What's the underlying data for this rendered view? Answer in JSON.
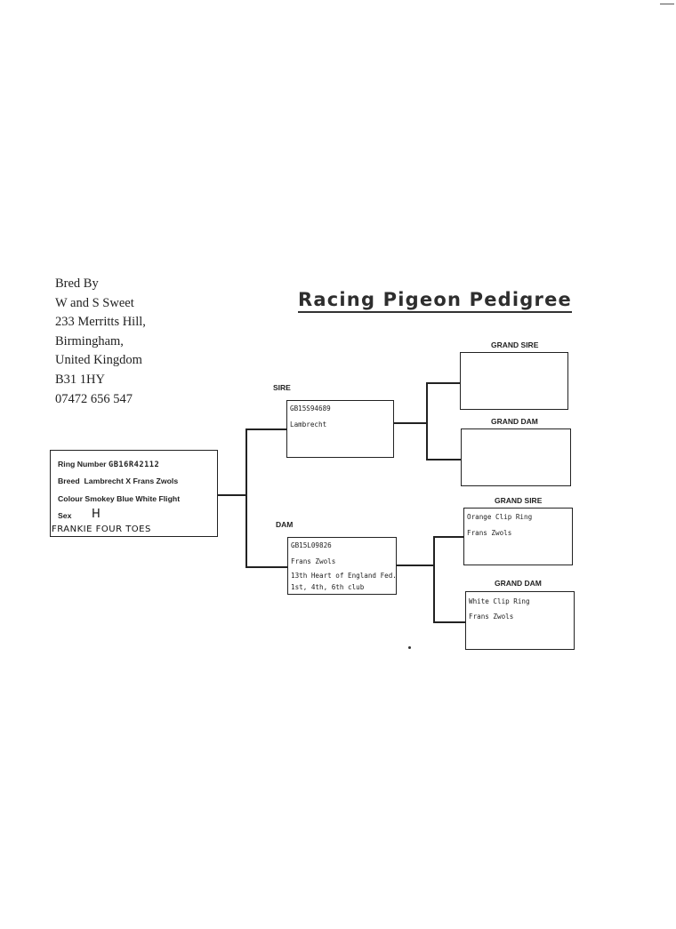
{
  "breeder": {
    "bred_by": "Bred By",
    "name": "W and S Sweet",
    "address1": "233 Merritts Hill,",
    "address2": "Birmingham,",
    "country": "United Kingdom",
    "postcode": "B31 1HY",
    "phone": "07472 656 547"
  },
  "title": "Racing Pigeon Pedigree",
  "bird": {
    "ring_label": "Ring Number",
    "ring_value": "GB16R42112",
    "breed_label": "Breed",
    "breed_value": "Lambrecht X Frans Zwols",
    "colour_label": "Colour",
    "colour_value": "Smokey Blue White Flight",
    "sex_label": "Sex",
    "sex_value": "H",
    "name": "FRANKIE FOUR TOES"
  },
  "sire": {
    "label": "SIRE",
    "ring": "GB15S94689",
    "line1": "Lambrecht"
  },
  "dam": {
    "label": "DAM",
    "ring": "GB15L09826",
    "line1": "Frans Zwols",
    "line2": "13th Heart of England Fed.",
    "line3": "1st, 4th, 6th club"
  },
  "sire_grand_sire": {
    "label": "GRAND SIRE"
  },
  "sire_grand_dam": {
    "label": "GRAND DAM"
  },
  "dam_grand_sire": {
    "label": "GRAND SIRE",
    "line1": "Orange Clip Ring",
    "line2": "Frans Zwols"
  },
  "dam_grand_dam": {
    "label": "GRAND DAM",
    "line1": "White Clip Ring",
    "line2": "Frans Zwols"
  }
}
